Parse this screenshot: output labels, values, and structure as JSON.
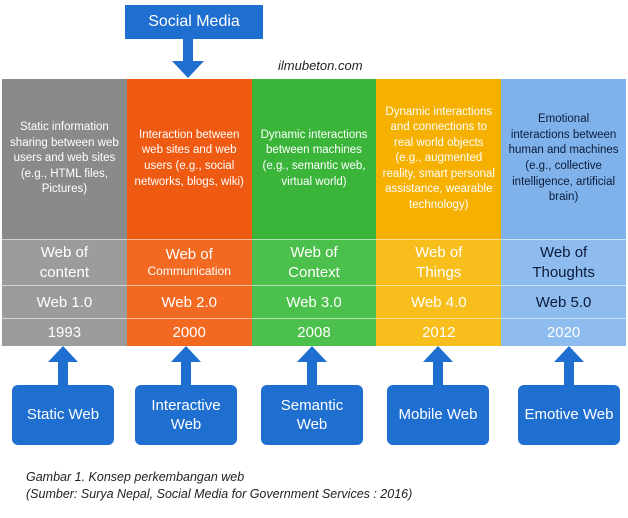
{
  "header": {
    "title": "Social Media",
    "source_site": "ilmubeton.com"
  },
  "columns": [
    {
      "description": "Static information sharing between web users and web sites (e.g., HTML files, Pictures)",
      "name_line1": "Web of",
      "name_line2": "content",
      "version": "Web 1.0",
      "year": "1993",
      "bottom_label": "Static Web",
      "colors": {
        "desc": "#8a8a8a",
        "row": "#9c9c9c"
      }
    },
    {
      "description": "Interaction between web sites and web users (e.g., social networks, blogs, wiki)",
      "name_line1": "Web of",
      "name_line2": "Communication",
      "version": "Web 2.0",
      "year": "2000",
      "bottom_label": "Interactive Web",
      "colors": {
        "desc": "#ef5a12",
        "row": "#f26a22"
      }
    },
    {
      "description": "Dynamic interactions between machines (e.g., semantic web, virtual world)",
      "name_line1": "Web of",
      "name_line2": "Context",
      "version": "Web 3.0",
      "year": "2008",
      "bottom_label": "Semantic Web",
      "colors": {
        "desc": "#3ab53a",
        "row": "#4cc04c"
      }
    },
    {
      "description": "Dynamic interactions and connections to real world objects (e.g., augmented reality, smart personal assistance, wearable technology)",
      "name_line1": "Web of",
      "name_line2": "Things",
      "version": "Web 4.0",
      "year": "2012",
      "bottom_label": "Mobile Web",
      "colors": {
        "desc": "#f6b000",
        "row": "#f8be1c"
      }
    },
    {
      "description": "Emotional interactions between human and machines (e.g., collective intelligence, artificial brain)",
      "name_line1": "Web of",
      "name_line2": "Thoughts",
      "version": "Web 5.0",
      "year": "2020",
      "bottom_label": "Emotive Web",
      "colors": {
        "desc": "#7fb2ea",
        "row": "#8fbcee"
      }
    }
  ],
  "caption": {
    "line1": "Gambar 1. Konsep perkembangan web",
    "line2": "(Sumber: Surya Nepal,  Social Media  for  Government Services : 2016)"
  },
  "colors": {
    "accent_blue": "#1f6fd1"
  }
}
